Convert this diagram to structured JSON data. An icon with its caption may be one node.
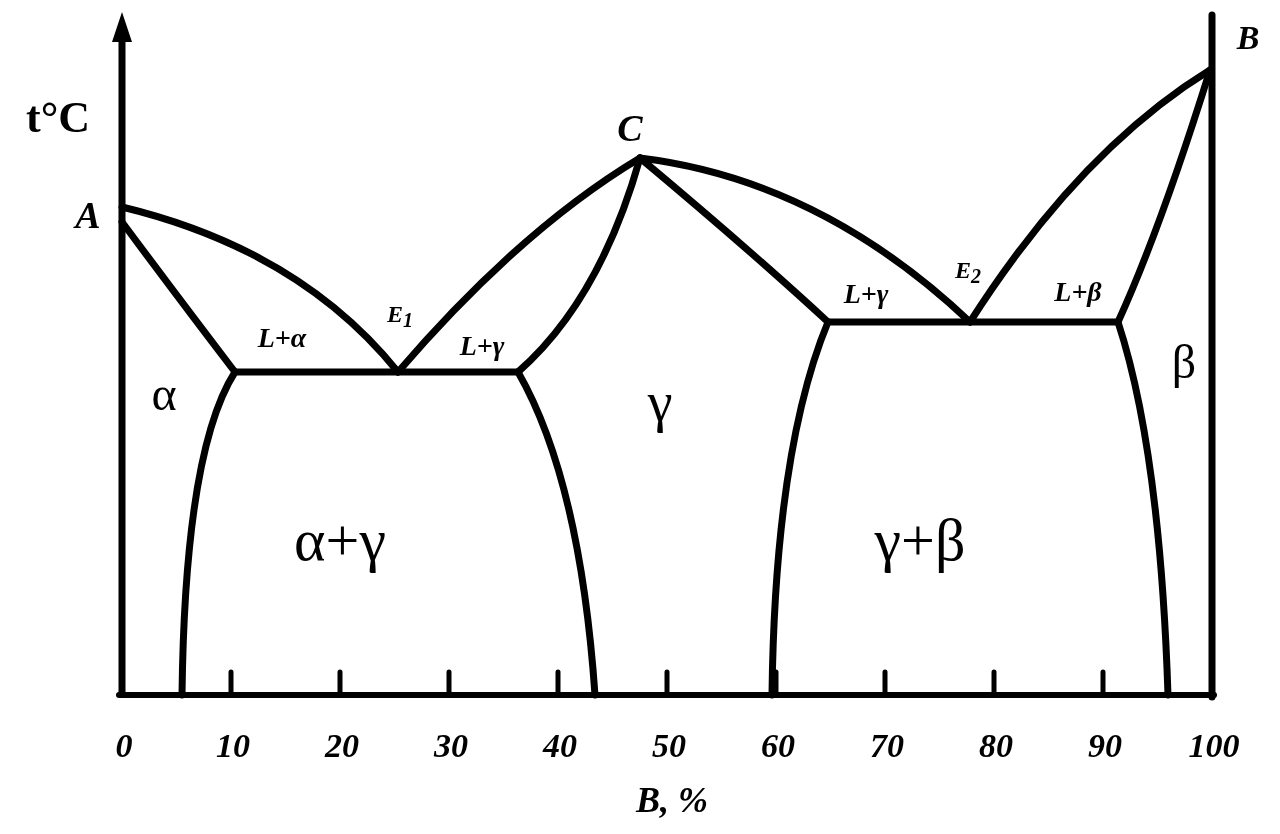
{
  "diagram": {
    "labels": [
      "t°C",
      "B",
      "C",
      "A",
      "L+α",
      "E$_{1}$",
      "L+γ",
      "L+γ",
      "E$_{2}$",
      "L+β",
      "α",
      "γ",
      "β",
      "α+γ",
      "γ+β",
      "0",
      "10",
      "20",
      "30",
      "40",
      "50",
      "60",
      "70",
      "80",
      "90",
      "100",
      "B, %"
    ]
  }
}
